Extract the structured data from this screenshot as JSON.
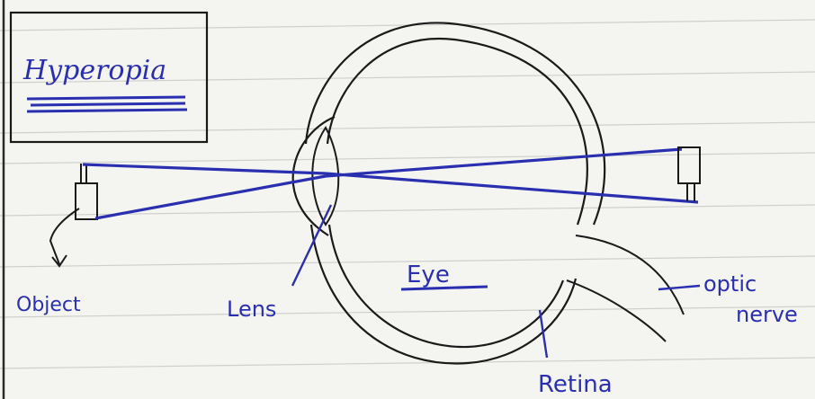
{
  "title": "Hyperopia",
  "labels": {
    "object": "Object",
    "lens": "Lens",
    "eye": "Eye",
    "retina": "Retina",
    "optic_nerve_line1": "optic",
    "optic_nerve_line2": "nerve"
  },
  "colors": {
    "ink_blue": "#2a2fb0",
    "ink_black": "#1a1a1a",
    "paper": "#f4f4f1",
    "rule_line": "#c9c9c4"
  }
}
